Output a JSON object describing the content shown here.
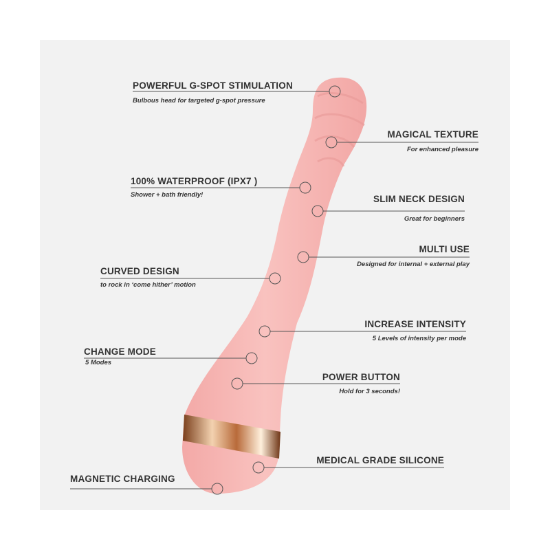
{
  "colors": {
    "background": "#f2f2f2",
    "product": "#f6b3b0",
    "text": "#333333",
    "band": "#c98a5a"
  },
  "callouts": [
    {
      "title": "POWERFUL G-SPOT STIMULATION",
      "subtitle": "Bulbous head for targeted g-spot pressure"
    },
    {
      "title": "MAGICAL TEXTURE",
      "subtitle": "For enhanced pleasure"
    },
    {
      "title": "100% WATERPROOF (IPX7 )",
      "subtitle": "Shower + bath friendly!"
    },
    {
      "title": "SLIM NECK DESIGN",
      "subtitle": "Great for beginners"
    },
    {
      "title": "MULTI USE",
      "subtitle": "Designed for internal + external play"
    },
    {
      "title": "CURVED DESIGN",
      "subtitle": "to rock in ‘come hither’ motion"
    },
    {
      "title": "INCREASE INTENSITY",
      "subtitle": "5 Levels of intensity per mode"
    },
    {
      "title": "CHANGE MODE",
      "subtitle": "5 Modes"
    },
    {
      "title": "POWER BUTTON",
      "subtitle": "Hold for 3 seconds!"
    },
    {
      "title": "MEDICAL GRADE SILICONE"
    },
    {
      "title": "MAGNETIC CHARGING"
    }
  ]
}
